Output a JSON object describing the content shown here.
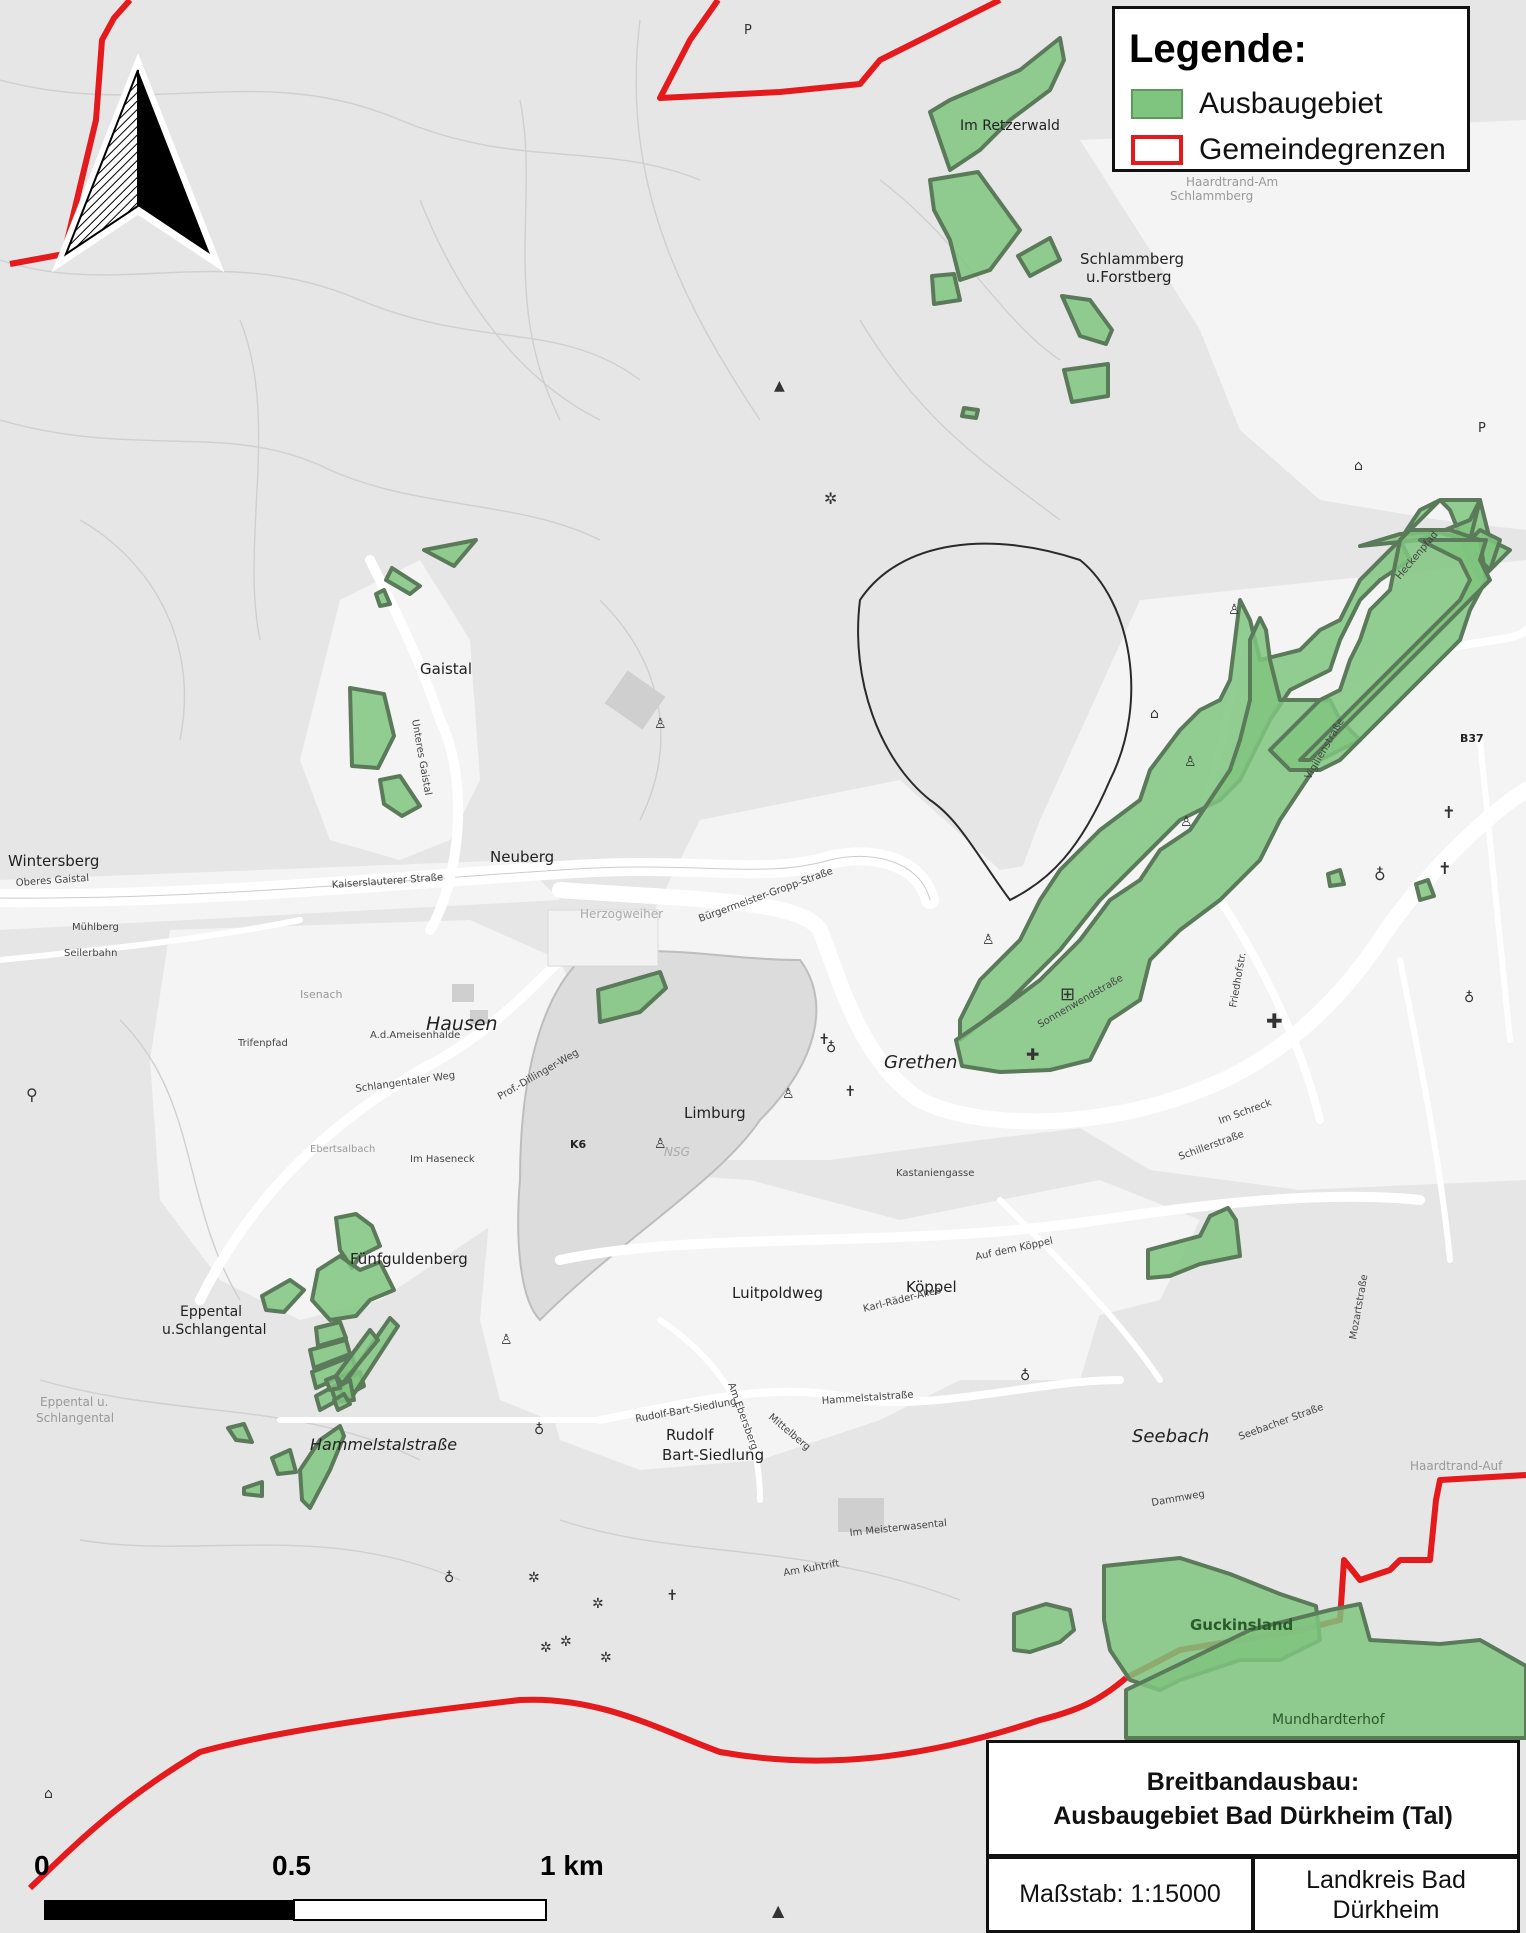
{
  "legend": {
    "title": "Legende:",
    "items": [
      {
        "label": "Ausbaugebiet",
        "color": "#7fc47f"
      },
      {
        "label": "Gemeindegrenzen",
        "color": "#e41a1c"
      }
    ]
  },
  "title_box": {
    "line1": "Breitbandausbau:",
    "line2": "Ausbaugebiet Bad Dürkheim (Tal)"
  },
  "scale_text": "Maßstab: 1:15000",
  "district": {
    "line1": "Landkreis Bad",
    "line2": "Dürkheim"
  },
  "scalebar": {
    "labels": [
      "0",
      "0.5",
      "1 km"
    ]
  },
  "colors": {
    "area_fill": "#7fc47f",
    "area_stroke": "#5a7a5a",
    "boundary": "#e41a1c",
    "land": "#e6e6e6",
    "settlement": "#f4f4f4",
    "road": "#ffffff"
  },
  "place_labels": [
    "Im Retzerwald",
    "Schlammberg",
    "u.Forstberg",
    "Haardtrand-Am",
    "Schlammberg",
    "Gaistal",
    "Neuberg",
    "Wintersberg",
    "Hausen",
    "Herzogweiher",
    "Limburg",
    "NSG",
    "Grethen",
    "Fünfguldenberg",
    "Eppental",
    "u.Schlangental",
    "Eppental u.",
    "Schlangental",
    "Hammelstalstraße",
    "Luitpoldweg",
    "Köppel",
    "Rudolf",
    "Bart-Siedlung",
    "Seebach",
    "Guckinsland",
    "Mundhardterhof",
    "Haardtrand-Auf",
    "B37",
    "K6",
    "Isenach"
  ],
  "street_labels": [
    "Kaiserslauterer Straße",
    "Bürgermeister-Gropp-Straße",
    "Sonnenwendstraße",
    "Heckenpfad",
    "Vigilienstraße",
    "Schillerstraße",
    "Auf dem Köppel",
    "Mozartstraße",
    "Hammelstalstraße",
    "Im Meisterwasental",
    "Dammweg",
    "Kastaniengasse",
    "Oberes Gaistal",
    "Unteres Gaistal",
    "Prof.-Dillinger-Weg",
    "Trifenpfad",
    "Schlangentaler Weg",
    "A.d.Ameisenhalde",
    "Im Haseneck",
    "Ebertsalbach",
    "Rudolf-Bart-Siedlung",
    "Mittelberg",
    "Am Kuhtrift",
    "Im Schreck",
    "Friedhofstr.",
    "Seebacher Straße",
    "Am Ebersberg",
    "Karl-Räder-Allee",
    "Mühlberg",
    "Seilerbahn"
  ]
}
